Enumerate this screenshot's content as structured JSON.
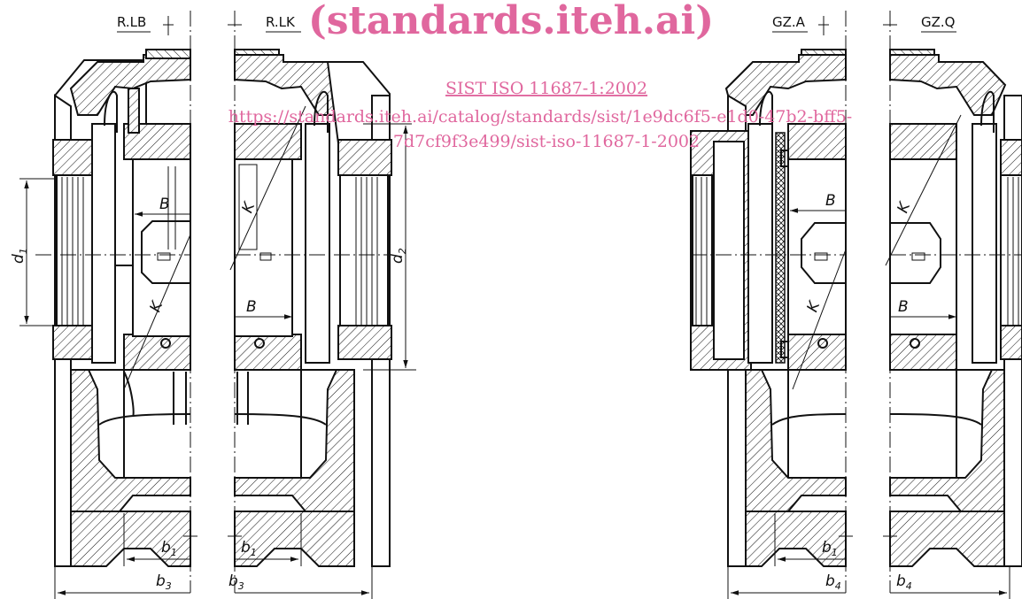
{
  "views": {
    "view1": {
      "label": "R.LB"
    },
    "view2": {
      "label": "R.LK"
    },
    "view3": {
      "label": "GZ.A"
    },
    "view4": {
      "label": "GZ.Q"
    }
  },
  "dims": {
    "d": "d",
    "d1_sub": "1",
    "d2_sub": "2",
    "b": "b",
    "b1_sub": "1",
    "b3_sub": "3",
    "b4_sub": "4",
    "B": "B",
    "K": "K"
  },
  "watermark": {
    "title": "(standards.iteh.ai)",
    "standard": "SIST ISO 11687-1:2002",
    "url_line1": "https://standards.iteh.ai/catalog/standards/sist/1e9dc6f5-e1d0-47b2-bff5-",
    "url_line2": "7d7cf9f3e499/sist-iso-11687-1-2002"
  }
}
